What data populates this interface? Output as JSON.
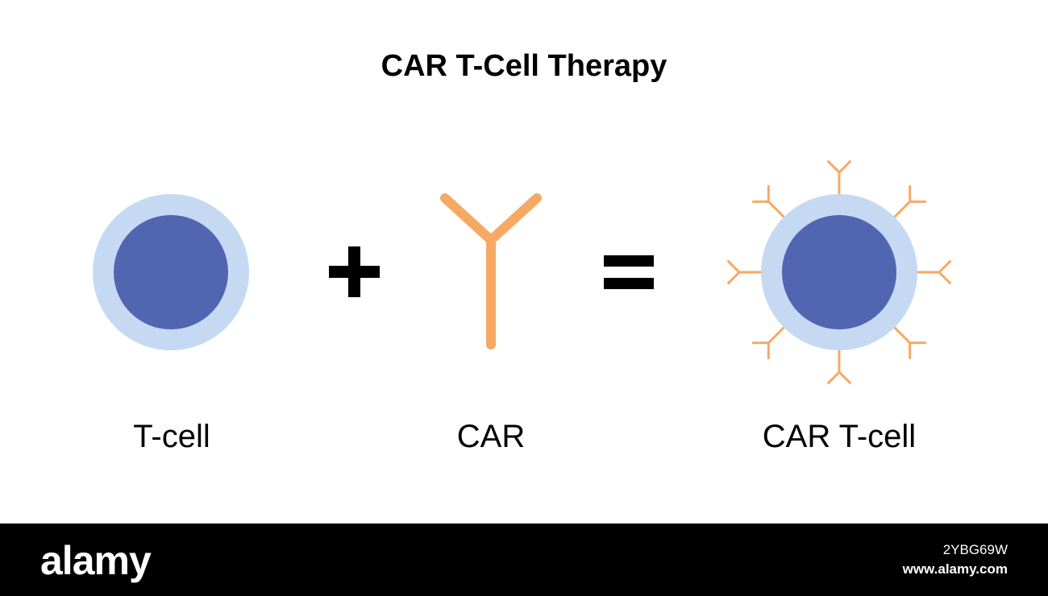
{
  "diagram": {
    "title": "CAR T-Cell Therapy",
    "operators": {
      "plus": "+",
      "equals": "="
    },
    "labels": {
      "t_cell": "T-cell",
      "car": "CAR",
      "car_t_cell": "CAR T-cell"
    },
    "colors": {
      "membrane": "#c5daf2",
      "nucleus": "#5165b0",
      "receptor": "#f6a964",
      "text": "#000000"
    },
    "receptor_count": 8
  },
  "watermark": {
    "brand": "alamy",
    "image_id": "2YBG69W",
    "site": "www.alamy.com"
  }
}
